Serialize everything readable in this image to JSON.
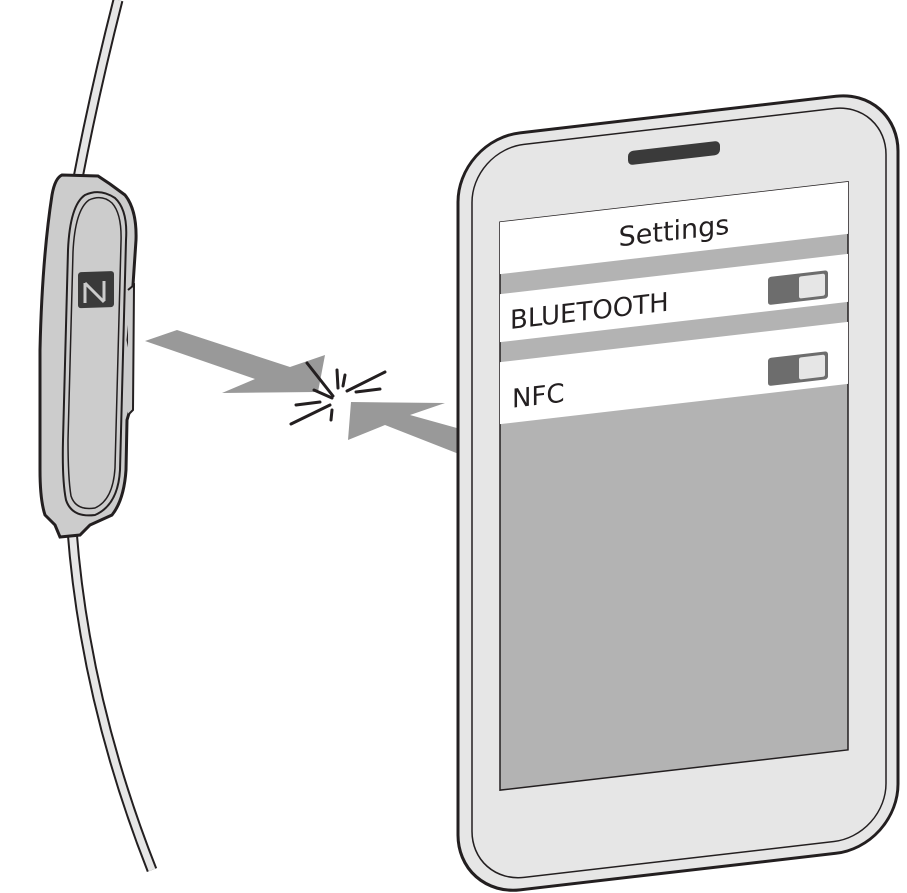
{
  "colors": {
    "outline": "#231f20",
    "device_gray": "#cccccc",
    "phone_body": "#e6e6e6",
    "screen_gray": "#b3b3b3",
    "arrow_gray": "#999999",
    "toggle_dark": "#6d6d6d",
    "toggle_knob": "#e6e6e6"
  },
  "remote": {
    "icon": "nfc-n-mark-icon"
  },
  "phone": {
    "screen": {
      "title": "Settings",
      "rows": [
        {
          "label": "BLUETOOTH",
          "toggle": "on"
        },
        {
          "label": "NFC",
          "toggle": "on"
        }
      ]
    }
  }
}
